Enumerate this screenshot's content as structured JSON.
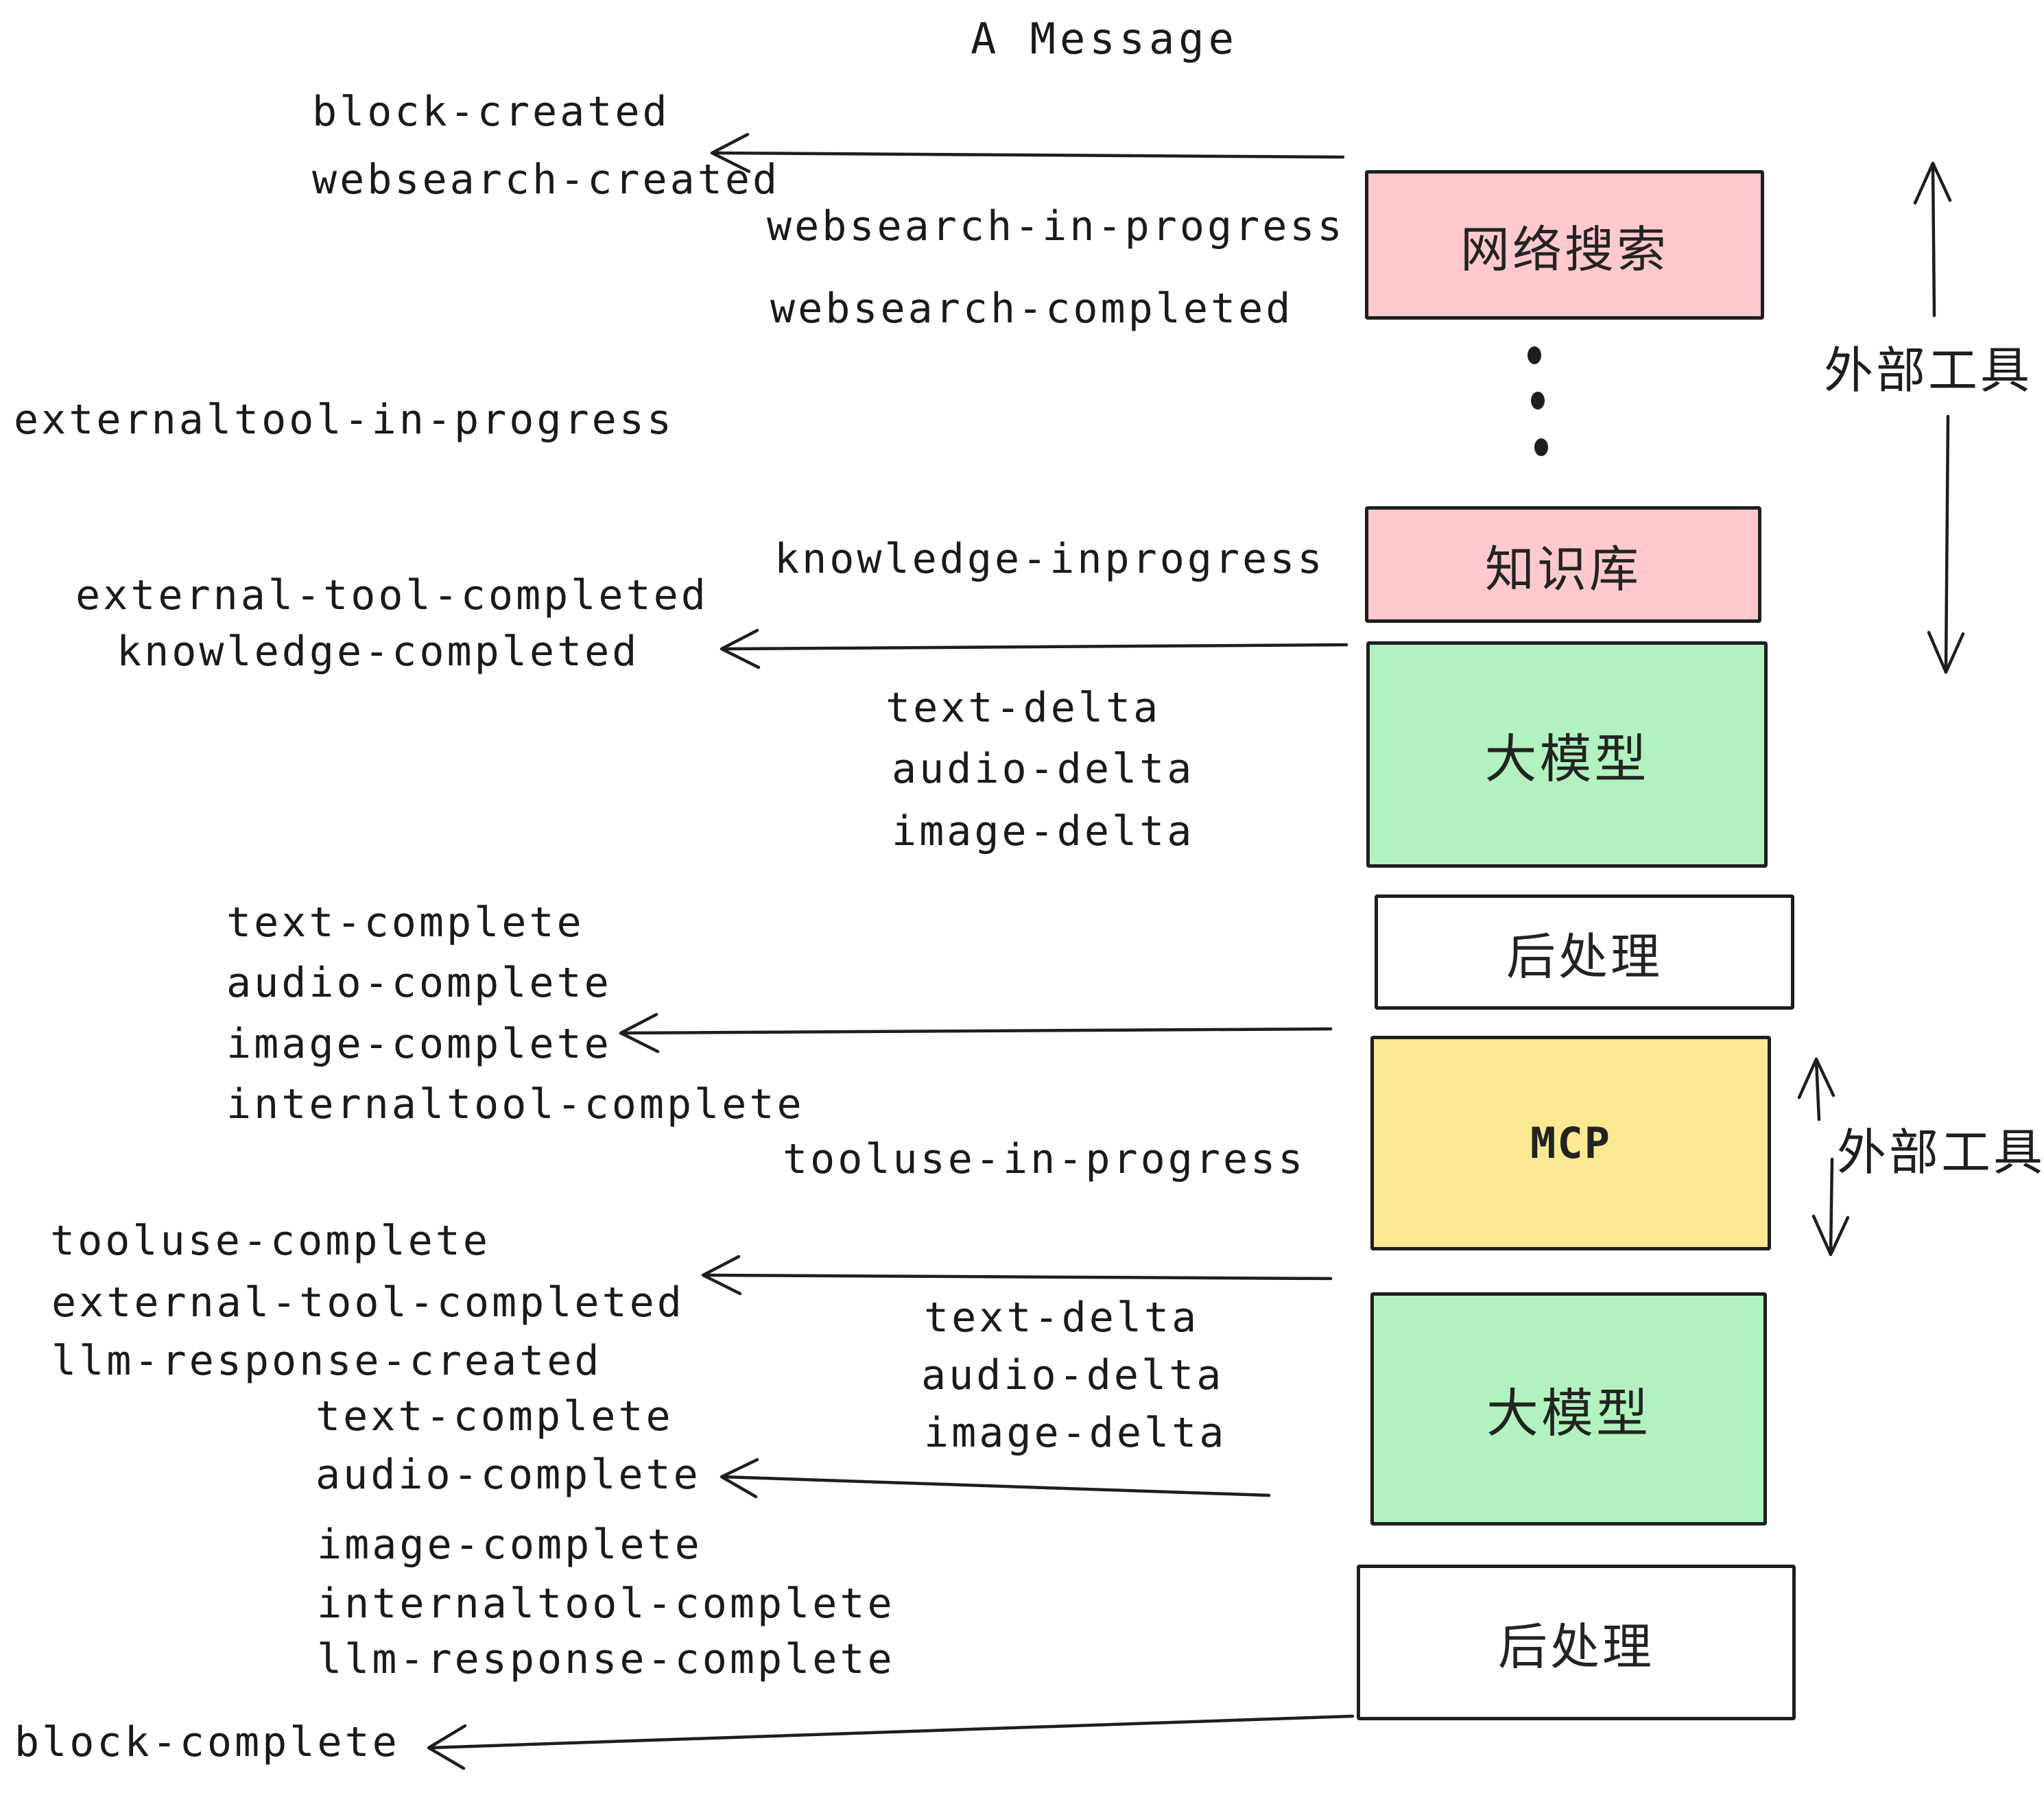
{
  "title": "A Message",
  "colors": {
    "box_pink": "#ffc9cd",
    "box_green": "#b2f2bf",
    "box_yellow": "#fae992",
    "box_white": "#ffffff",
    "ink": "#1e1e1e"
  },
  "boxes": {
    "websearch": {
      "label": "网络搜索"
    },
    "knowledge": {
      "label": "知识库"
    },
    "llm_top": {
      "label": "大模型"
    },
    "post_top": {
      "label": "后处理"
    },
    "mcp": {
      "label": "MCP"
    },
    "llm_bottom": {
      "label": "大模型"
    },
    "post_bottom": {
      "label": "后处理"
    }
  },
  "side_labels": {
    "external_tools_top": "外部工具",
    "external_tools_bottom": "外部工具"
  },
  "events": [
    {
      "label": "block-created"
    },
    {
      "label": "websearch-created"
    },
    {
      "label": "websearch-in-progress"
    },
    {
      "label": "websearch-completed"
    },
    {
      "label": "externaltool-in-progress"
    },
    {
      "label": "knowledge-inprogress"
    },
    {
      "label": "external-tool-completed"
    },
    {
      "label": "knowledge-completed"
    },
    {
      "label": "text-delta"
    },
    {
      "label": "audio-delta"
    },
    {
      "label": "image-delta"
    },
    {
      "label": "text-complete"
    },
    {
      "label": "audio-complete"
    },
    {
      "label": "image-complete"
    },
    {
      "label": "internaltool-complete"
    },
    {
      "label": "tooluse-in-progress"
    },
    {
      "label": "tooluse-complete"
    },
    {
      "label": "external-tool-completed"
    },
    {
      "label": "llm-response-created"
    },
    {
      "label": "text-delta"
    },
    {
      "label": "audio-delta"
    },
    {
      "label": "image-delta"
    },
    {
      "label": "text-complete"
    },
    {
      "label": "audio-complete"
    },
    {
      "label": "image-complete"
    },
    {
      "label": "internaltool-complete"
    },
    {
      "label": "llm-response-complete"
    },
    {
      "label": "block-complete"
    }
  ]
}
